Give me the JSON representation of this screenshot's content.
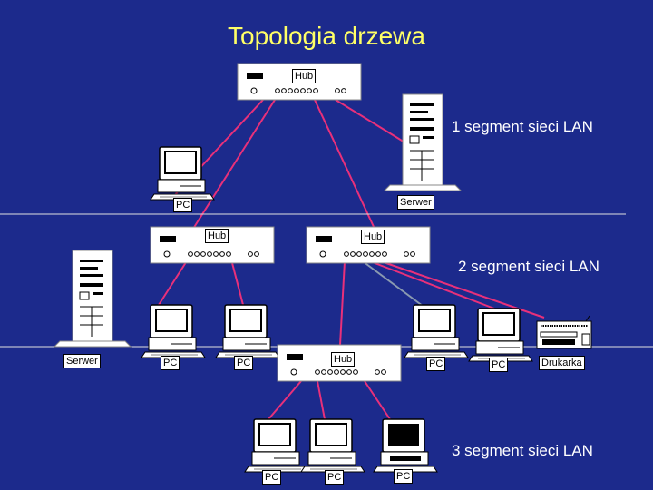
{
  "title": "Topologia drzewa",
  "segments": {
    "seg1": "1 segment sieci LAN",
    "seg2": "2 segment sieci LAN",
    "seg3": "3 segment sieci LAN"
  },
  "labels": {
    "hub": "Hub",
    "pc": "PC",
    "server": "Serwer",
    "printer": "Drukarka"
  },
  "colors": {
    "background": "#1c2a8c",
    "title": "#ffff66",
    "cable": "#e8307a",
    "uplink": "#8a9ab0",
    "divider": "#e0e0e0"
  }
}
